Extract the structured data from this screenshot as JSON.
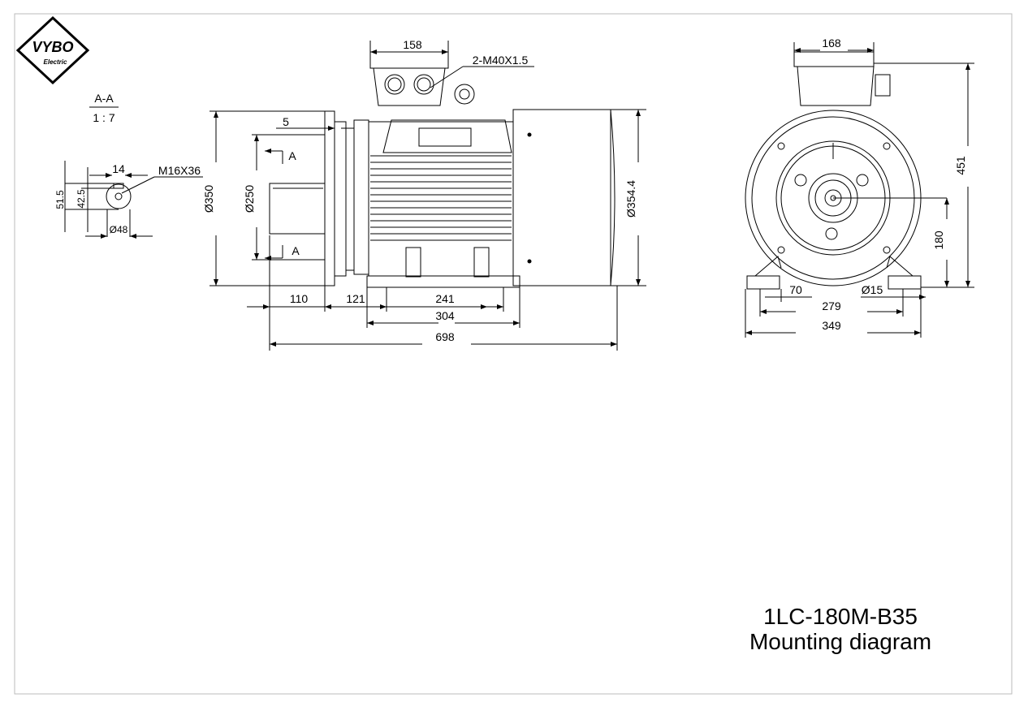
{
  "logo": {
    "brand": "VYBO",
    "sub": "Electric"
  },
  "section": {
    "name": "A-A",
    "scale": "1 : 7"
  },
  "shaft_detail": {
    "key_width": "14",
    "thread": "M16X36",
    "d1": "51.5",
    "d2": "42.5",
    "shaft_dia": "Ø48"
  },
  "side_view": {
    "terminal_box": "158",
    "cable_glands": "2-M40X1.5",
    "flange_gap": "5",
    "section_mark": "A",
    "flange_dia": "Ø350",
    "spigot_dia": "Ø250",
    "frame_dia": "Ø354.4",
    "shaft_len": "110",
    "d_121": "121",
    "d_241": "241",
    "d_304": "304",
    "overall": "698"
  },
  "front_view": {
    "terminal_box": "168",
    "height_total": "451",
    "shaft_height": "180",
    "d_70": "70",
    "hole_dia": "Ø15",
    "d_279": "279",
    "d_349": "349"
  },
  "title": {
    "model": "1LC-180M-B35",
    "caption": "Mounting diagram"
  }
}
